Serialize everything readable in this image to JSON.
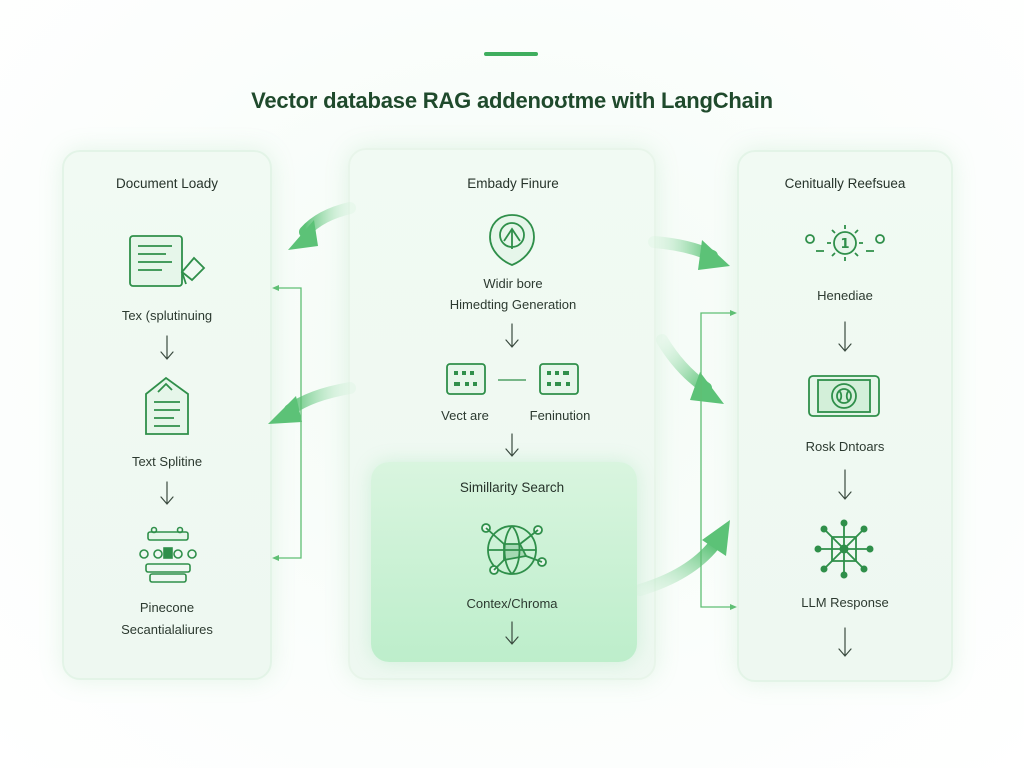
{
  "title": "Vector database RAG addenoʊtme with LangChain",
  "colors": {
    "accent": "#3fae5e",
    "title": "#1f4a2c",
    "icon": "#2f8f4a",
    "arrow_fill": "#7fd494",
    "connector": "#5fbf74",
    "text": "#2c3a30"
  },
  "left_column": {
    "header": "Document Loady",
    "steps": [
      {
        "label": "Tex (splutinuing",
        "icon": "document-pen-icon"
      },
      {
        "label": "Text Splitine",
        "icon": "split-document-icon"
      },
      {
        "label_line1": "Pinecone",
        "label_line2": "Secantialaliures",
        "icon": "database-stack-icon"
      }
    ]
  },
  "middle_column": {
    "header": "Embady Finure",
    "embed_icon": "embedding-shield-icon",
    "embed_label_line1": "Widir bore",
    "embed_label_line2": "Himedting Generation",
    "vector_left_label": "Vect are",
    "vector_right_label": "Feninution",
    "vector_left_icon": "vector-card-icon",
    "vector_right_icon": "vector-card-icon",
    "search": {
      "header": "Simillarity Search",
      "icon": "globe-network-icon",
      "label": "Contex/Chroma"
    }
  },
  "right_column": {
    "header": "Cenitually Reefsuea",
    "steps": [
      {
        "label": "Henediae",
        "icon": "sun-badge-icon"
      },
      {
        "label": "Rosk Dntoars",
        "icon": "screen-coin-icon"
      },
      {
        "label": "LLM Response",
        "icon": "neural-network-icon"
      }
    ]
  }
}
